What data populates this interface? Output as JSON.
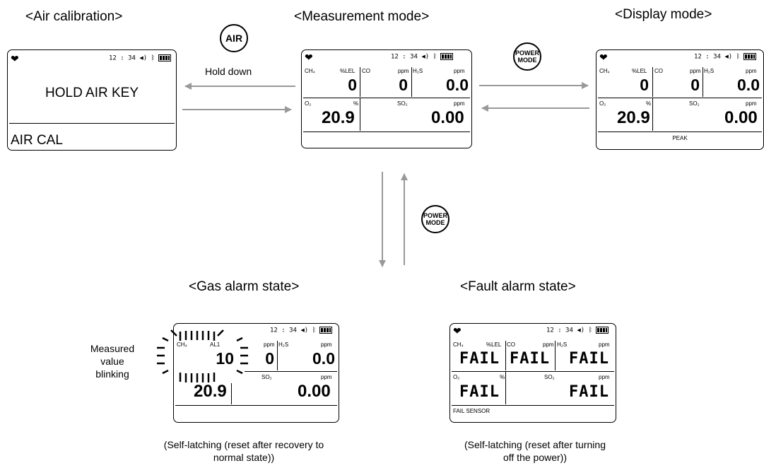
{
  "titles": {
    "air_calibration": "<Air calibration>",
    "measurement": "<Measurement mode>",
    "display": "<Display mode>",
    "gas_alarm": "<Gas alarm state>",
    "fault_alarm": "<Fault alarm state>"
  },
  "keys": {
    "air": "AIR",
    "power_line1": "POWER",
    "power_line2": "MODE"
  },
  "labels": {
    "hold_down": "Hold down",
    "measured_line1": "Measured",
    "measured_line2": "value",
    "measured_line3": "blinking"
  },
  "captions": {
    "gas_line1": "(Self-latching (reset after recovery to",
    "gas_line2": "normal state))",
    "fault_line1": "(Self-latching (reset after turning",
    "fault_line2": "off the power))"
  },
  "status": {
    "time": "12 : 34"
  },
  "air_screen": {
    "message": "HOLD AIR KEY",
    "footer": "AIR CAL"
  },
  "gases": {
    "ch4": "CH₄",
    "lel_unit": "%LEL",
    "co": "CO",
    "ppm": "ppm",
    "h2s": "H₂S",
    "o2": "O₂",
    "pct": "%",
    "so2": "SO₂"
  },
  "measurement": {
    "ch4": "0",
    "co": "0",
    "h2s": "0.0",
    "o2": "20.9",
    "so2": "0.00"
  },
  "display_screen": {
    "ch4": "0",
    "co": "0",
    "h2s": "0.0",
    "o2": "20.9",
    "so2": "0.00",
    "footer": "PEAK"
  },
  "gas_alarm_screen": {
    "unit_alarm": "AL1",
    "ch4": "10",
    "co": "0",
    "h2s": "0.0",
    "o2": "20.9",
    "so2": "0.00"
  },
  "fault_screen": {
    "fail": "FAIL",
    "footer": "FAIL SENSOR"
  }
}
